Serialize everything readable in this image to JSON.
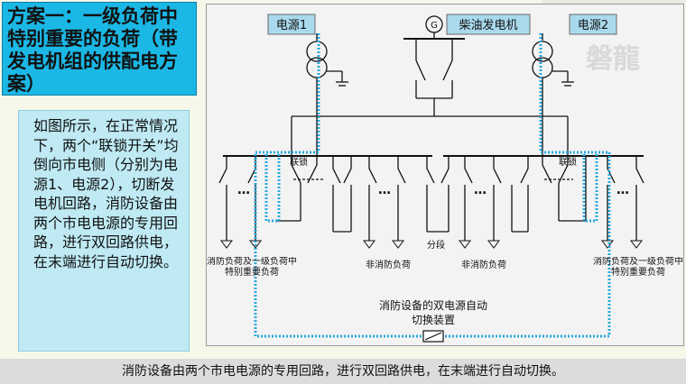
{
  "title": "方案一：一级负荷中特别重要的负荷（带发电机组的供配电方案）",
  "description": "如图所示，在正常情况下，两个“联锁开关”均倒向市电侧（分别为电源1、电源2），切断发电机回路，消防设备由两个市电电源的专用回路，进行双回路供电，在末端进行自动切换。",
  "diagram": {
    "source1_label": "电源1",
    "source2_label": "电源2",
    "generator_label": "柴油发电机",
    "generator_symbol": "G",
    "interlock_left": "联锁",
    "interlock_right": "联锁",
    "dots": "…",
    "left_load": "消防负荷及一级负荷中特别重要负荷",
    "right_load": "消防负荷及一级负荷中特别重要负荷",
    "non_fire_left": "非消防负荷",
    "non_fire_right": "非消防负荷",
    "section": "分段",
    "ats_label_line1": "消防设备的双电源自动",
    "ats_label_line2": "切换装置",
    "watermark": "磐龍"
  },
  "footer": "消防设备由两个市电电源的专用回路，进行双回路供电，在末端进行自动切换。",
  "colors": {
    "title_bg": "#1bb8e6",
    "desc_bg": "#bfeaf4",
    "highlight": "#29a8e0",
    "label_bg": "#a9d9ec"
  }
}
